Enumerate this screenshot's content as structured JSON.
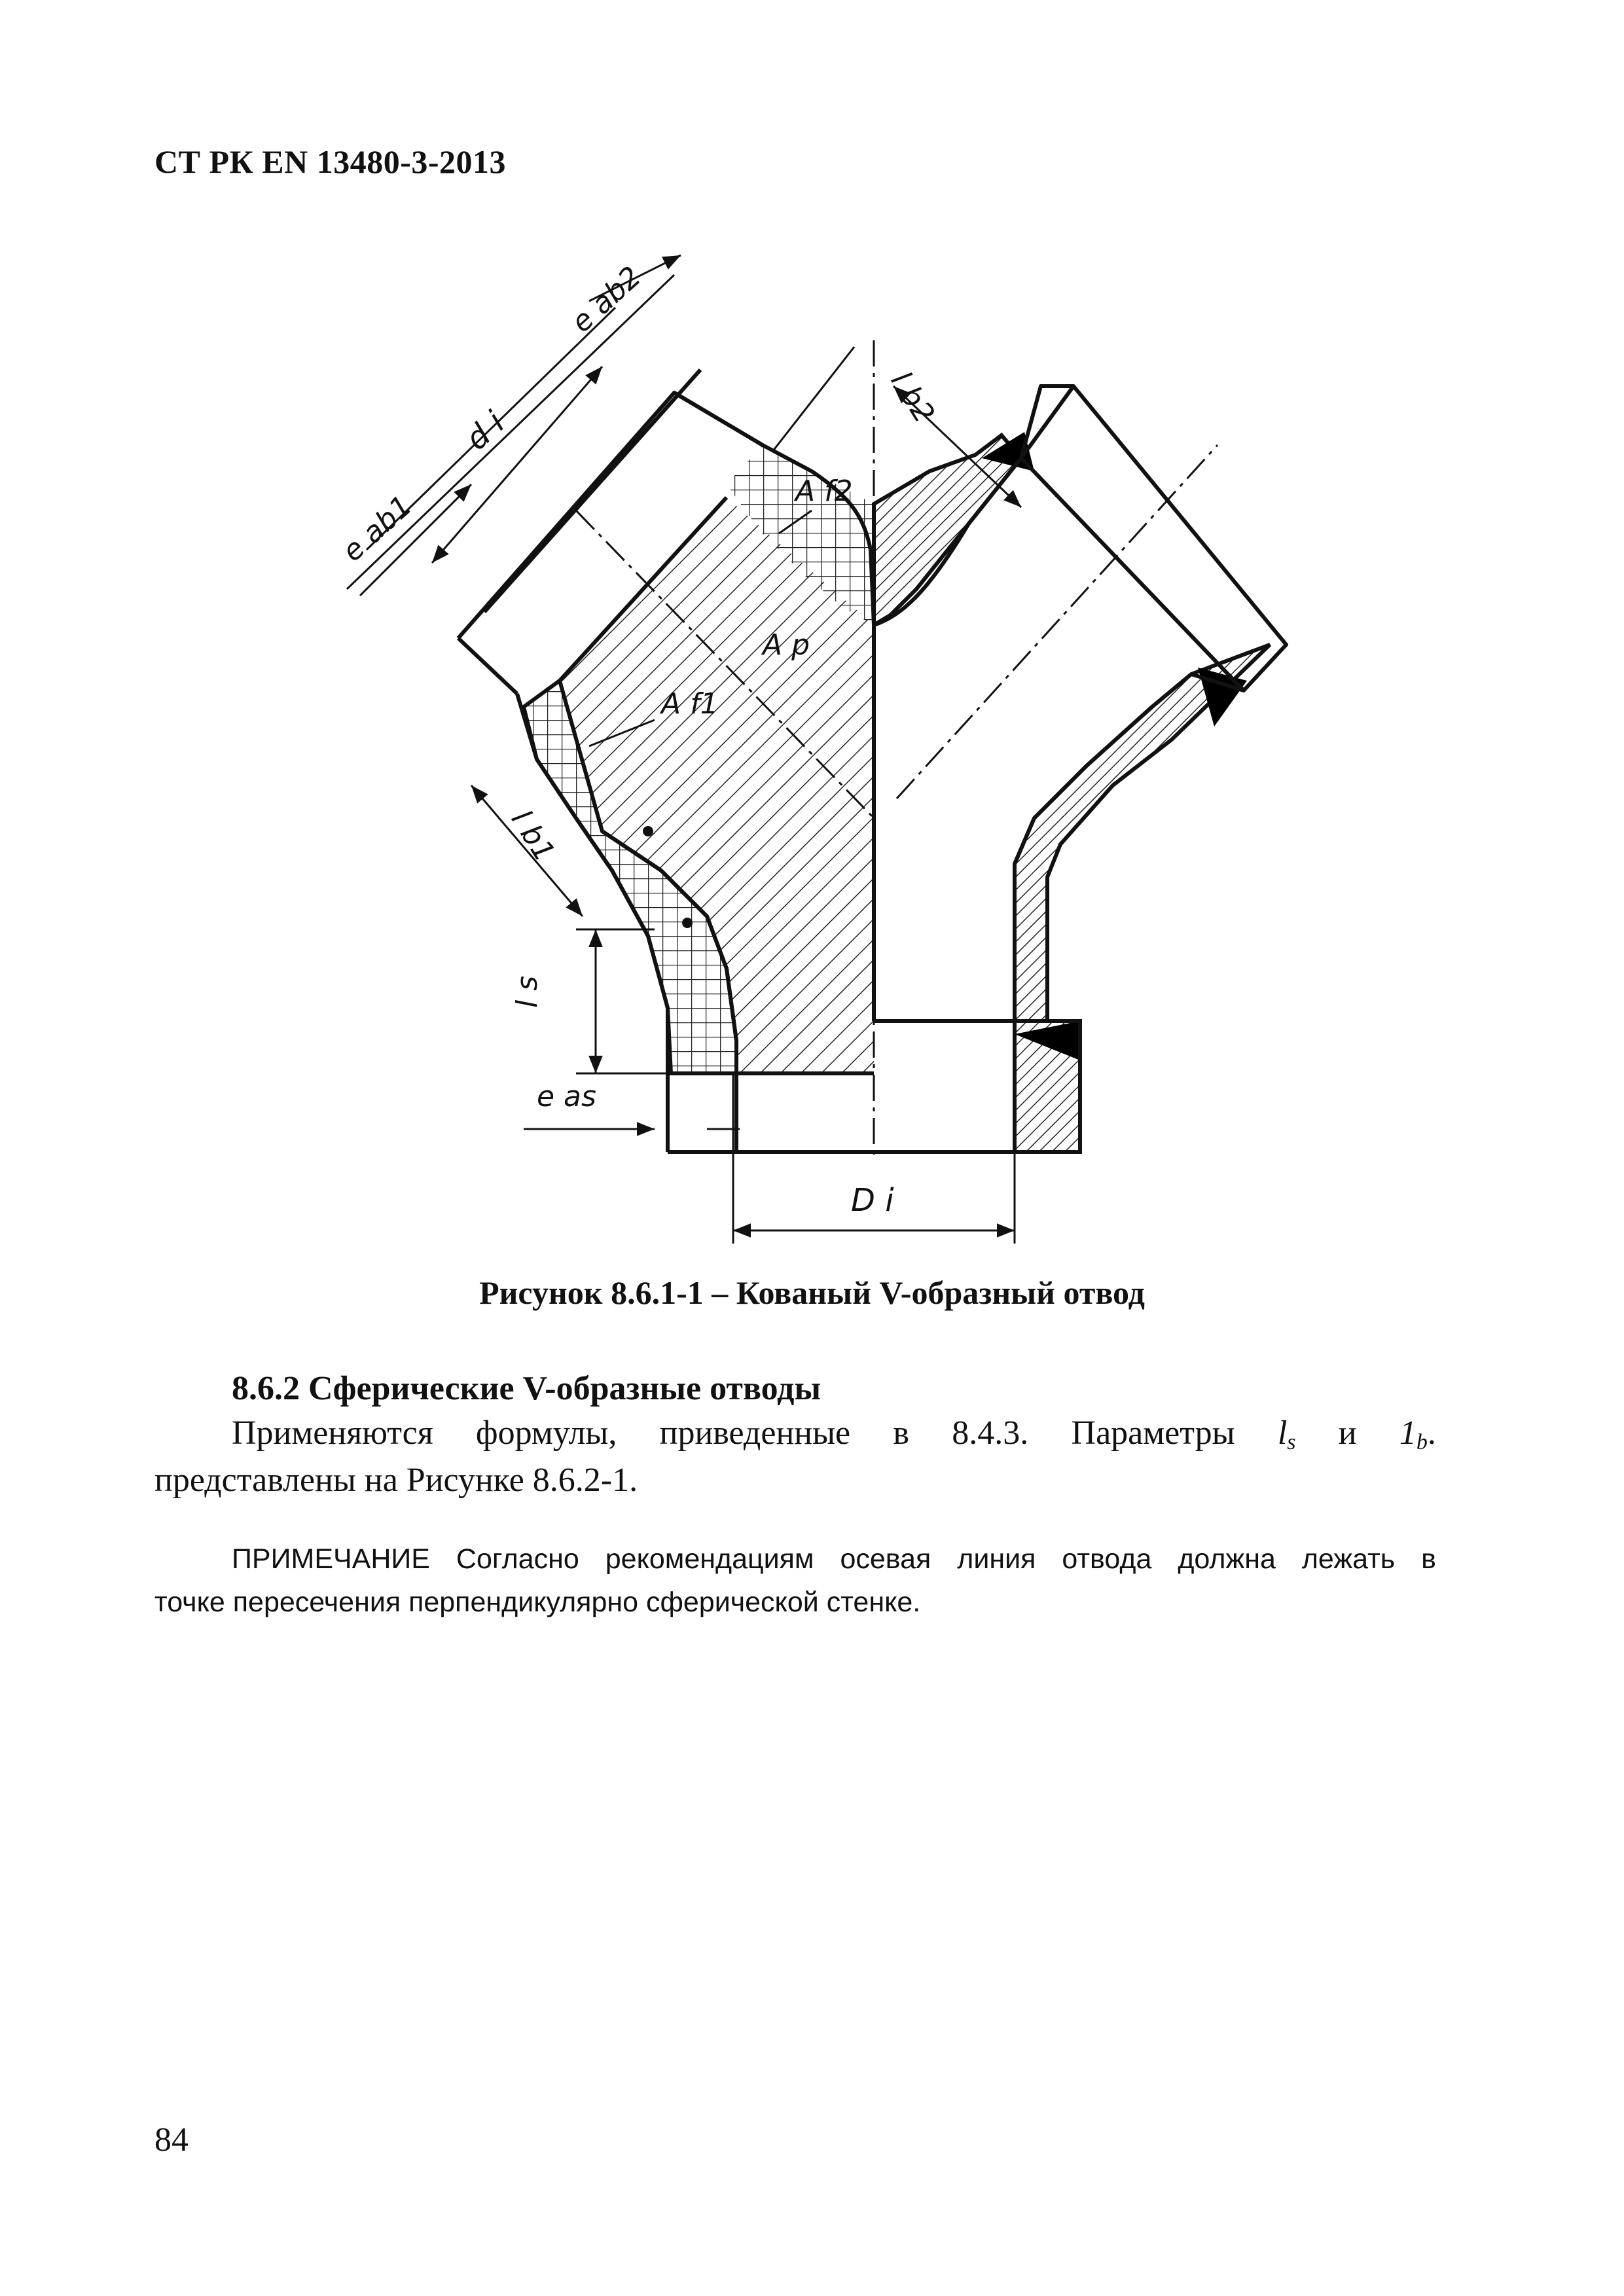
{
  "header": "СТ РК EN 13480-3-2013",
  "figure": {
    "labels": {
      "e_ab2": "e ab2",
      "l_b2": "l b2",
      "d_i": "d i",
      "e_ab1": "e ab1",
      "A_f2": "A f2",
      "A_p": "A p",
      "A_f1": "A f1",
      "l_b1": "l b1",
      "l_s": "l s",
      "e_as": "e as",
      "D_i": "D i"
    }
  },
  "caption": "Рисунок 8.6.1-1 – Кованый V-образный отвод",
  "section_heading": "8.6.2 Сферические V-образные отводы",
  "para": {
    "w1": "Применяются",
    "w2": "формулы,",
    "w3": "приведенные",
    "w4": "в",
    "w5": "8.4.3.",
    "w6": "Параметры",
    "sym1": "l",
    "sym1_sub": "s",
    "w7": "и",
    "sym2": "1",
    "sym2_sub": "b",
    "line2": "представлены на Рисунке 8.6.2-1."
  },
  "note": {
    "w1": "ПРИМЕЧАНИЕ",
    "w2": "Согласно",
    "w3": "рекомендациям",
    "w4": "осевая",
    "w5": "линия",
    "w6": "отвода",
    "w7": "должна",
    "w8": "лежать",
    "w9": "в",
    "line2": "точке пересечения перпендикулярно сферической стенке."
  },
  "page_number": "84"
}
